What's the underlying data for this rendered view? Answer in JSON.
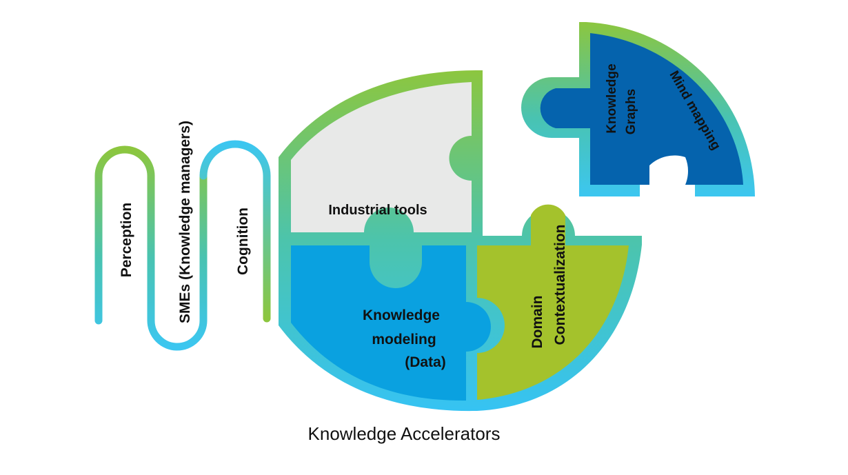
{
  "diagram": {
    "caption": "Knowledge Accelerators",
    "path_labels": {
      "perception": "Perception",
      "smes": "SMEs (Knowledge managers)",
      "cognition": "Cognition"
    },
    "pieces": {
      "industrial_tools": "Industrial tools",
      "knowledge_modeling": [
        "Knowledge",
        "modeling",
        "(Data)"
      ],
      "domain_contextualization": [
        "Domain",
        "Contextualization"
      ],
      "knowledge_graphs": [
        "Knowledge",
        "Graphs"
      ],
      "mind_mapping": "Mind mapping"
    },
    "colors": {
      "gradient_green": "#8cc63f",
      "gradient_teal": "#49c3b1",
      "gradient_blue": "#3cc6f0",
      "industrial_tools_fill": "#e8e9e8",
      "knowledge_modeling_fill": "#0aa1e0",
      "domain_contextualization_fill": "#a4c22c",
      "knowledge_graphs_fill": "#0563ad"
    }
  }
}
